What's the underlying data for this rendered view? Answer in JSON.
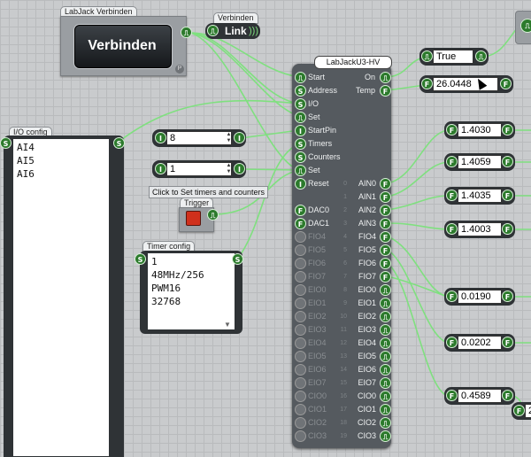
{
  "labjack_panel": {
    "title": "LabJack Verbinden",
    "button_label": "Verbinden",
    "corner_badge": "P"
  },
  "link": {
    "title": "Verbinden",
    "label": "Link"
  },
  "io_config": {
    "title": "I/O config",
    "lines": [
      "AI4",
      "AI5",
      "AI6"
    ]
  },
  "start_pin": {
    "value": "8"
  },
  "timer_count": {
    "value": "1"
  },
  "trigger": {
    "hint": "Click to Set timers and counters",
    "title": "Trigger"
  },
  "timer_config": {
    "title": "Timer config",
    "lines": [
      "1",
      "48MHz/256",
      "PWM16",
      "32768"
    ]
  },
  "device": {
    "title": "LabJackU3-HV",
    "left_pins": [
      {
        "label": "Start",
        "kind": "pulse"
      },
      {
        "label": "Address",
        "kind": "S"
      },
      {
        "label": "I/O",
        "kind": "S"
      },
      {
        "label": "Set",
        "kind": "pulse"
      },
      {
        "label": "StartPin",
        "kind": "I"
      },
      {
        "label": "Timers",
        "kind": "S"
      },
      {
        "label": "Counters",
        "kind": "S"
      },
      {
        "label": "Set",
        "kind": "pulse"
      },
      {
        "label": "Reset",
        "kind": "I"
      }
    ],
    "dac_pins": [
      {
        "label": "DAC0"
      },
      {
        "label": "DAC1"
      }
    ],
    "top_outputs": [
      {
        "label": "On",
        "kind": "pulse"
      },
      {
        "label": "Temp",
        "kind": "F"
      }
    ],
    "channels": [
      {
        "num": "0",
        "label": "AIN0",
        "kind": "F"
      },
      {
        "num": "1",
        "label": "AIN1",
        "kind": "F"
      },
      {
        "num": "2",
        "label": "AIN2",
        "kind": "F"
      },
      {
        "num": "3",
        "label": "AIN3",
        "kind": "F"
      },
      {
        "num": "4",
        "label": "FIO4",
        "kind": "F"
      },
      {
        "num": "5",
        "label": "FIO5",
        "kind": "F"
      },
      {
        "num": "6",
        "label": "FIO6",
        "kind": "F"
      },
      {
        "num": "7",
        "label": "FIO7",
        "kind": "F"
      },
      {
        "num": "8",
        "label": "EIO0",
        "kind": "pulse"
      },
      {
        "num": "9",
        "label": "EIO1",
        "kind": "pulse"
      },
      {
        "num": "10",
        "label": "EIO2",
        "kind": "pulse"
      },
      {
        "num": "11",
        "label": "EIO3",
        "kind": "pulse"
      },
      {
        "num": "12",
        "label": "EIO4",
        "kind": "pulse"
      },
      {
        "num": "13",
        "label": "EIO5",
        "kind": "pulse"
      },
      {
        "num": "14",
        "label": "EIO6",
        "kind": "pulse"
      },
      {
        "num": "15",
        "label": "EIO7",
        "kind": "pulse"
      },
      {
        "num": "16",
        "label": "CIO0",
        "kind": "pulse"
      },
      {
        "num": "17",
        "label": "CIO1",
        "kind": "pulse"
      },
      {
        "num": "18",
        "label": "CIO2",
        "kind": "pulse"
      },
      {
        "num": "19",
        "label": "CIO3",
        "kind": "pulse"
      }
    ],
    "left_grey_labels": [
      "FIO4",
      "FIO5",
      "FIO6",
      "FIO7",
      "EIO0",
      "EIO1",
      "EIO2",
      "EIO3",
      "EIO4",
      "EIO5",
      "EIO6",
      "EIO7",
      "CIO0",
      "CIO1",
      "CIO2",
      "CIO3"
    ]
  },
  "on_display": {
    "value": "True"
  },
  "temp_display": {
    "value": "26.0448"
  },
  "ain_displays": [
    "1.4030",
    "1.4059",
    "1.4035",
    "1.4003"
  ],
  "fio_displays": [
    "0.0190",
    "0.0202",
    "0.4589"
  ],
  "partial_display": {
    "value": "2"
  },
  "icons": {
    "pulse": "⎍",
    "float": "F",
    "int": "I",
    "string": "S"
  },
  "colors": {
    "wire": "#7fe07f",
    "pin": "#2c7a2c",
    "block": "#555a5f",
    "button": "#1f2326"
  }
}
